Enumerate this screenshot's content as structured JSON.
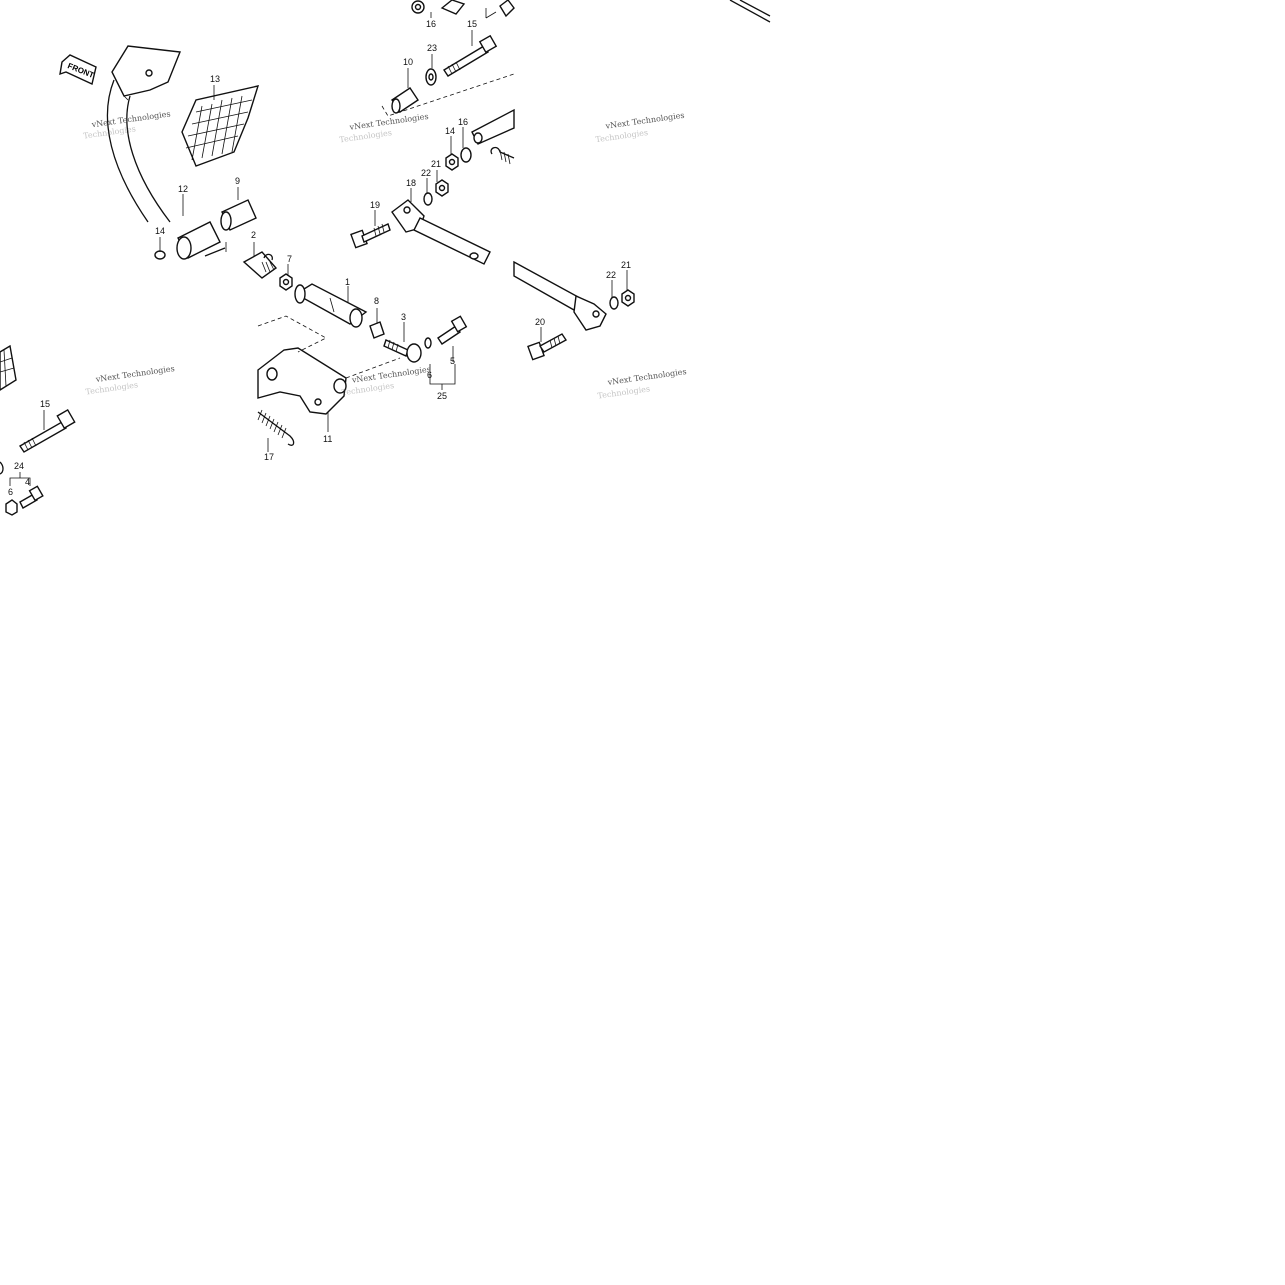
{
  "colors": {
    "ink": "#111111",
    "background": "#ffffff",
    "watermark": "#555555"
  },
  "front_label": "FRONT",
  "watermarks": [
    "vNext Technologies",
    "vNext Technologies",
    "vNext Technologies",
    "vNext Technologies",
    "vNext Technologies",
    "vNext Technologies"
  ],
  "callouts": {
    "c16a": "16",
    "c15a": "15",
    "c23": "23",
    "c10": "10",
    "c14a": "14",
    "c16b": "16",
    "c21a": "21",
    "c22a": "22",
    "c18": "18",
    "c19": "19",
    "c13": "13",
    "c9": "9",
    "c12": "12",
    "c14b": "14",
    "c2": "2",
    "c7": "7",
    "c1": "1",
    "c8": "8",
    "c3": "3",
    "c5": "5",
    "c6a": "6",
    "c25": "25",
    "c11": "11",
    "c17": "17",
    "c15b": "15",
    "c24": "24",
    "c6b": "6",
    "c4": "4",
    "c22b": "22",
    "c21b": "21",
    "c20": "20"
  }
}
